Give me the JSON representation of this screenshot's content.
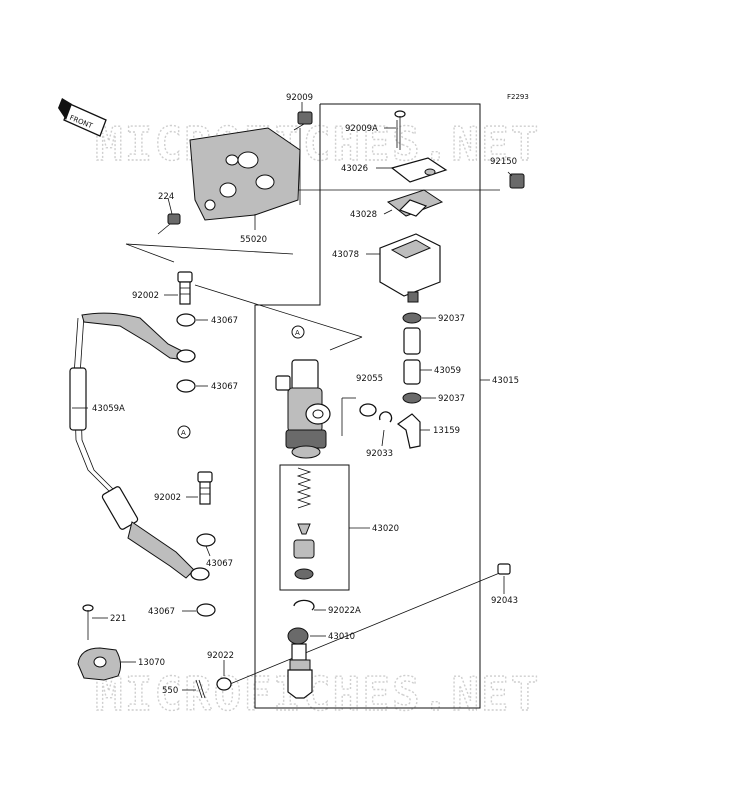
{
  "diagram_code": "F2293",
  "watermark": [
    "MICROFICHES.NET",
    "MICROFICHES.NET"
  ],
  "front_badge": "FRONT",
  "ref_marker": "A",
  "parts": {
    "p92009": "92009",
    "p92009A": "92009A",
    "p43026": "43026",
    "p92150": "92150",
    "p43028": "43028",
    "p224": "224",
    "p55020": "55020",
    "p43078": "43078",
    "p92002a": "92002",
    "p43067a": "43067",
    "p92037a": "92037",
    "p43059": "43059",
    "p43015": "43015",
    "p92055": "92055",
    "p43067b": "43067",
    "p43059A": "43059A",
    "p92037b": "92037",
    "p13159": "13159",
    "p92033": "92033",
    "p92002b": "92002",
    "p43020": "43020",
    "p43067c": "43067",
    "p43067d": "43067",
    "p92043": "92043",
    "p221": "221",
    "p92022A": "92022A",
    "p43010": "43010",
    "p92022": "92022",
    "p13070": "13070",
    "p550": "550"
  }
}
